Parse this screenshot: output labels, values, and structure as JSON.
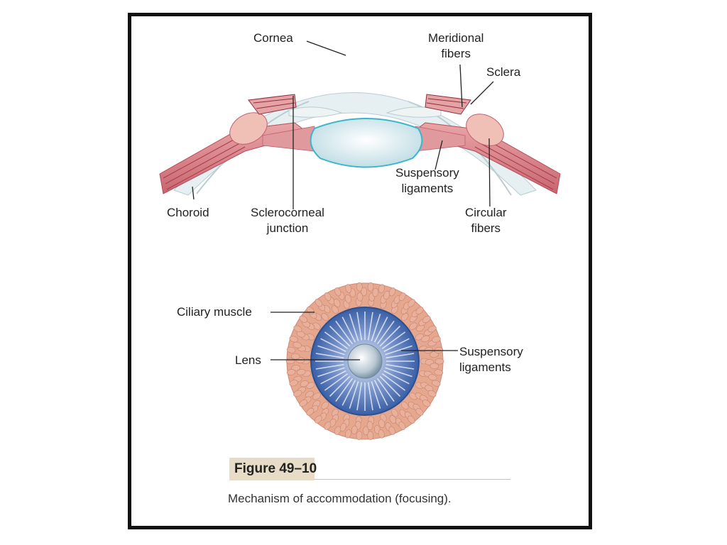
{
  "labels": {
    "cornea": [
      "Cornea"
    ],
    "meridional": [
      "Meridional",
      "fibers"
    ],
    "sclera": [
      "Sclera"
    ],
    "suspensory_top": [
      "Suspensory",
      "ligaments"
    ],
    "choroid": [
      "Choroid"
    ],
    "sclerocorneal": [
      "Sclerocorneal",
      "junction"
    ],
    "circular": [
      "Circular",
      "fibers"
    ],
    "ciliary": [
      "Ciliary muscle"
    ],
    "lens": [
      "Lens"
    ],
    "suspensory_bottom": [
      "Suspensory",
      "ligaments"
    ]
  },
  "figure": {
    "number": "Figure 49–10",
    "caption": "Mechanism of accommodation (focusing)."
  },
  "colors": {
    "muscle": "#d9888a",
    "muscle_dark": "#b8495a",
    "cornea": "#e4eef0",
    "lens": "#cfe7ec",
    "lens_outline": "#3ab5cc",
    "ciliary_ring": "#e6a78f",
    "ligament_disc": "#3d62a8",
    "figure_tag": "#e6dcc7"
  }
}
